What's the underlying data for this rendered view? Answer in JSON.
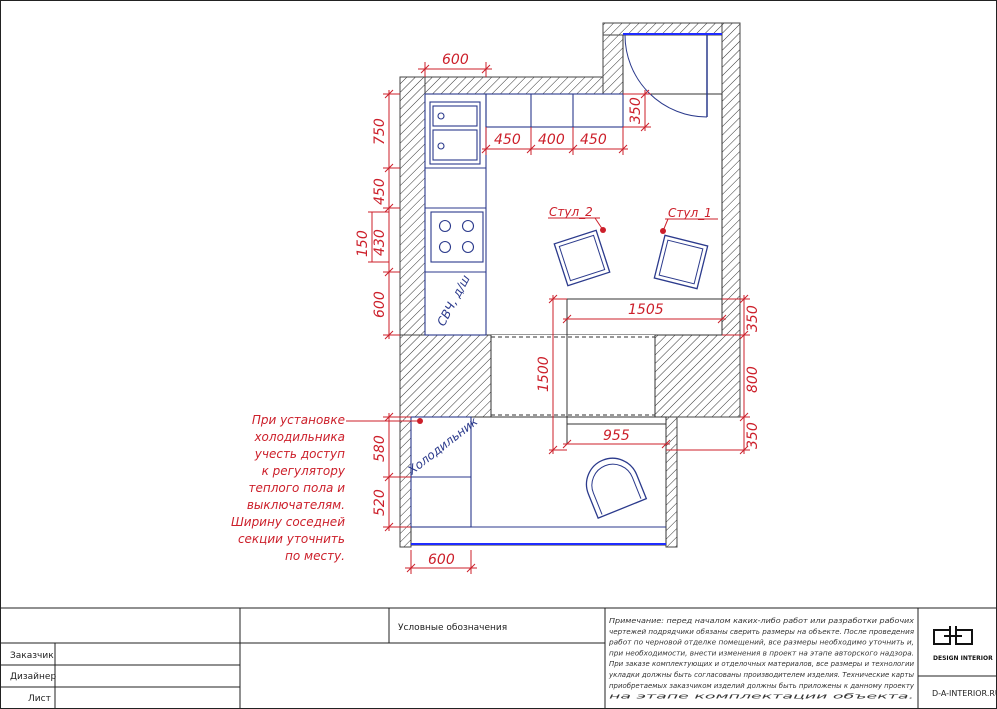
{
  "dimensions": {
    "top_left_width": "600",
    "upper_cabinet_depth": "350",
    "cab_450a": "450",
    "cab_400": "400",
    "cab_450b": "450",
    "left_750": "750",
    "left_450": "450",
    "left_150": "150",
    "left_430": "430",
    "left_600": "600",
    "table_width": "1505",
    "table_length": "1500",
    "right_350a": "350",
    "right_800": "800",
    "right_350b": "350",
    "lower_width": "955",
    "fridge_580": "580",
    "fridge_520": "520",
    "bottom_600": "600"
  },
  "labels": {
    "chair_2": "Стул_2",
    "chair_1": "Стул_1",
    "microwave_dw": "СВЧ, д/ш",
    "fridge": "Холодильник"
  },
  "note_lines": [
    "При установке",
    "холодильника",
    "учесть доступ",
    "к регулятору",
    "теплого пола и",
    "выключателям.",
    "Ширину соседней",
    "секции уточнить",
    "по месту."
  ],
  "title_block": {
    "legend_title": "Условные обозначения",
    "customer_label": "Заказчик",
    "designer_label": "Дизайнер",
    "sheet_label": "Лист",
    "remark_lines": [
      "Примечание: перед началом каких-либо работ или разработки рабочих",
      "чертежей подрядчики обязаны сверить размеры на объекте. После проведения",
      "работ по черновой отделке помещений, все размеры необходимо уточнить и,",
      "при необходимости, внести изменения в проект на этапе авторского надзора.",
      "При заказе комплектующих и отделочных материалов, все размеры и технологии",
      "укладки должны быть согласованы производителем изделия. Технические карты",
      "приобретаемых заказчиком изделий должны быть приложены к данному проекту",
      "на этапе комплектации объекта."
    ],
    "logo_text": "DESIGN INTERIOR",
    "website": "D-A-INTERIOR.RU"
  },
  "colors": {
    "dimension_red": "#cc1f2a",
    "furniture_blue": "#2b3a8c",
    "glass_blue": "#1f2cff"
  }
}
